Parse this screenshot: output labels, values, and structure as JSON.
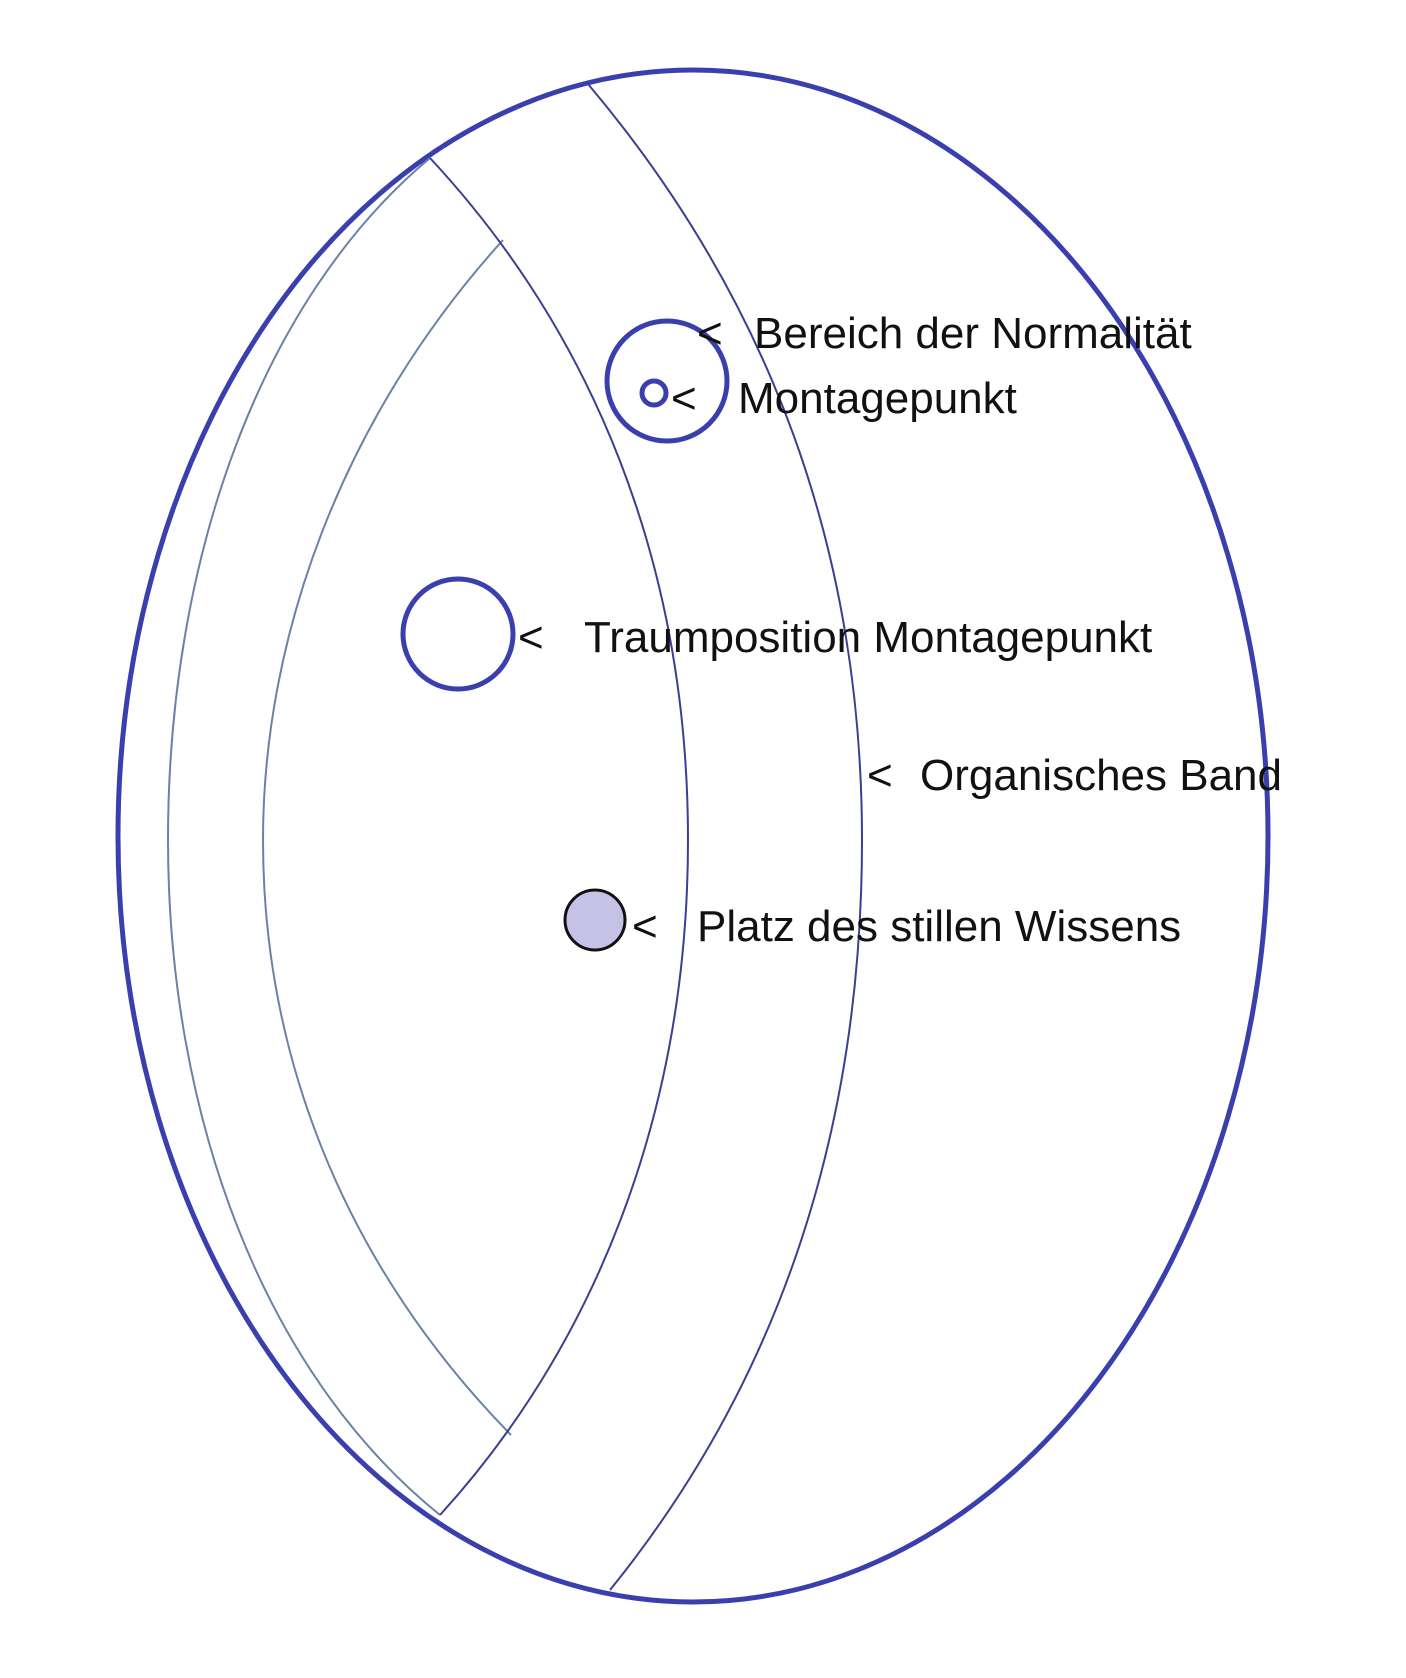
{
  "diagram": {
    "labels": {
      "normality": "Bereich der Normalität",
      "assemblage_point": "Montagepunkt",
      "dream_position": "Traumposition Montagepunkt",
      "organic_band": "Organisches Band",
      "silent_knowledge": "Platz des stillen Wissens"
    },
    "pointer_glyph": "<",
    "colors": {
      "outline": "#3a3fae",
      "thin_line": "#3b3f8f",
      "inner_line": "#6b82a8",
      "silent_knowledge_fill": "#c5c2e6",
      "silent_knowledge_stroke": "#111111",
      "text": "#111111",
      "background": "#ffffff"
    }
  }
}
